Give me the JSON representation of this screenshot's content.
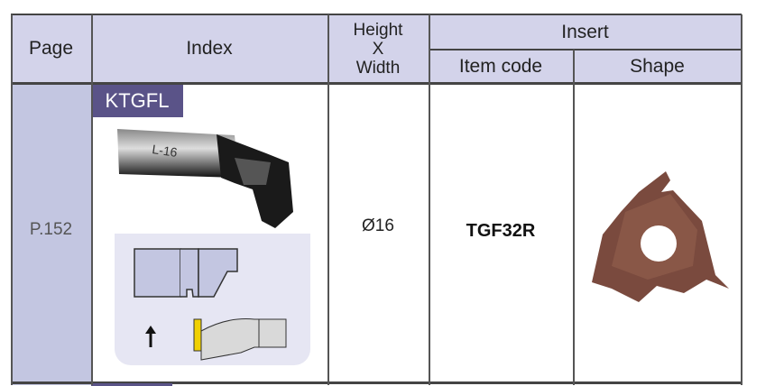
{
  "header": {
    "page": "Page",
    "index": "Index",
    "height_width": [
      "Height",
      "X",
      "Width"
    ],
    "insert": "Insert",
    "item_code": "Item code",
    "shape": "Shape"
  },
  "rows": [
    {
      "page": "P.152",
      "index_label": "KTGFL",
      "holder_marking": "L-16",
      "size": "Ø16",
      "item_code": "TGF32R"
    }
  ],
  "colors": {
    "header_bg": "#d3d3ea",
    "page_col_bg": "#c3c6e1",
    "label_bg": "#5a5388",
    "insert_color": "#7a4a3e"
  }
}
